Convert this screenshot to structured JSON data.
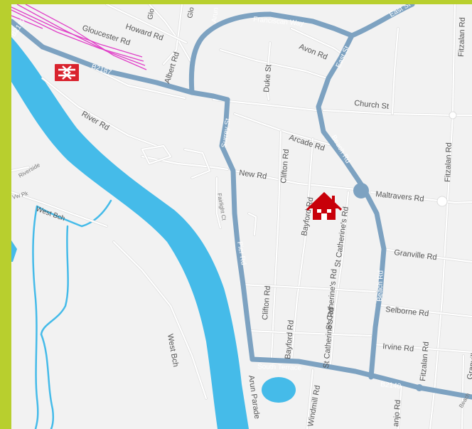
{
  "map": {
    "labels": {
      "gloucester_rd": "Gloucester Rd",
      "howard_rd": "Howard Rd",
      "albert_rd": "Albert Rd",
      "b2187_a": "B2187",
      "b2187_b": "B2187",
      "river_rd": "River Rd",
      "riverside": "Riverside",
      "vw_pk": "Vw Pk",
      "west_bch_a": "West Bch",
      "west_bch_b": "West Bch",
      "glo_a": "Glo",
      "glo_b": "Glo",
      "arun": "Arun",
      "franciscan_way": "Franciscan Way",
      "east_st_a": "East St",
      "east_st_b": "East St",
      "fitzalan_rd_a": "Fitzalan Rd",
      "fitzalan_rd_b": "Fitzalan Rd",
      "fitzalan_rd_c": "Fitzalan Rd",
      "avon_rd": "Avon Rd",
      "duke_st": "Duke St",
      "church_st": "Church St",
      "surrey_st": "Surrey St",
      "arcade_rd": "Arcade Rd",
      "beach_rd_a": "Beach Rd",
      "beach_rd_b": "Beach Rd",
      "clifton_rd_a": "Clifton Rd",
      "clifton_rd_b": "Clifton Rd",
      "new_rd": "New Rd",
      "maltravers_rd": "Maltravers Rd",
      "fairlight_ct": "Fairlight Ct",
      "bayford_rd_a": "Bayford Rd",
      "bayford_rd_b": "Bayford Rd",
      "st_catherines_rd_a": "St Catherine's Rd",
      "st_catherines_rd_b": "St Catherine's Rd",
      "st_catherines_rd_c": "St Catherine's Rd",
      "pier_rd": "Pier Rd",
      "granville_rd_a": "Granville Rd",
      "granville_rd_b": "Granville Rd",
      "selborne_rd": "Selborne Rd",
      "irvine_rd": "Irvine Rd",
      "south_terrace": "South Terrace",
      "b2140": "B2140",
      "arun_parade": "Arun Parade",
      "windmill_rd": "Windmill Rd",
      "anjo_rd": "anjo Rd",
      "beach_small": "Beach"
    },
    "icons": {
      "station": "railway-station-icon",
      "marker": "house-marker-icon"
    },
    "colors": {
      "frame": "#b8cf2e",
      "land": "#f2f2f2",
      "water": "#45bbe9",
      "major_road": "#7da2c1",
      "railway": "#e040c8",
      "station": "#d9232e",
      "marker": "#c8000a"
    }
  }
}
